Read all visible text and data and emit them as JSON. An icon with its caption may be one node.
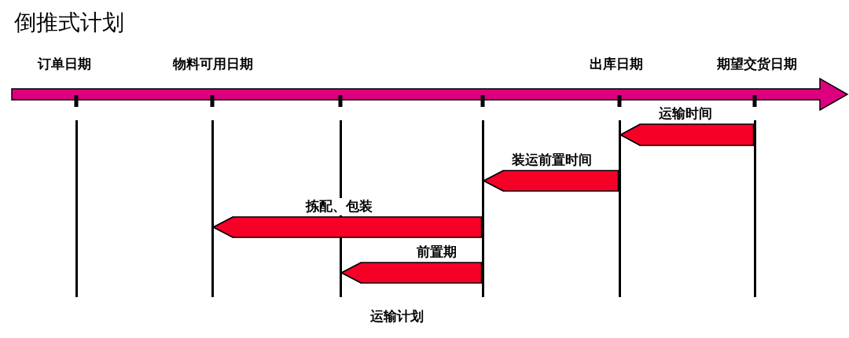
{
  "diagram": {
    "title": "倒推式计划",
    "nodes": [
      {
        "text": [],
        "shape": "line",
        "beside": [
          "订单日期"
        ]
      },
      {
        "text": [],
        "shape": "line",
        "beside": [
          "物料可用日期"
        ]
      },
      {
        "text": [],
        "shape": "line"
      },
      {
        "text": [],
        "shape": "line"
      },
      {
        "text": [],
        "shape": "line",
        "beside": [
          "出库日期"
        ]
      },
      {
        "text": [],
        "shape": "line",
        "beside": [
          "期望交货日期"
        ]
      }
    ],
    "edges": [
      {
        "from": 5,
        "to": 4,
        "arrow": "to",
        "label": "运输时间"
      },
      {
        "from": 4,
        "to": 3,
        "arrow": "to",
        "label": "装运前置时间"
      },
      {
        "from": 3,
        "to": 1,
        "arrow": "to",
        "label": "拣配、包装"
      },
      {
        "from": 3,
        "to": 2,
        "arrow": "to",
        "label": "前置期"
      }
    ],
    "labels": [
      "运输计划"
    ]
  }
}
